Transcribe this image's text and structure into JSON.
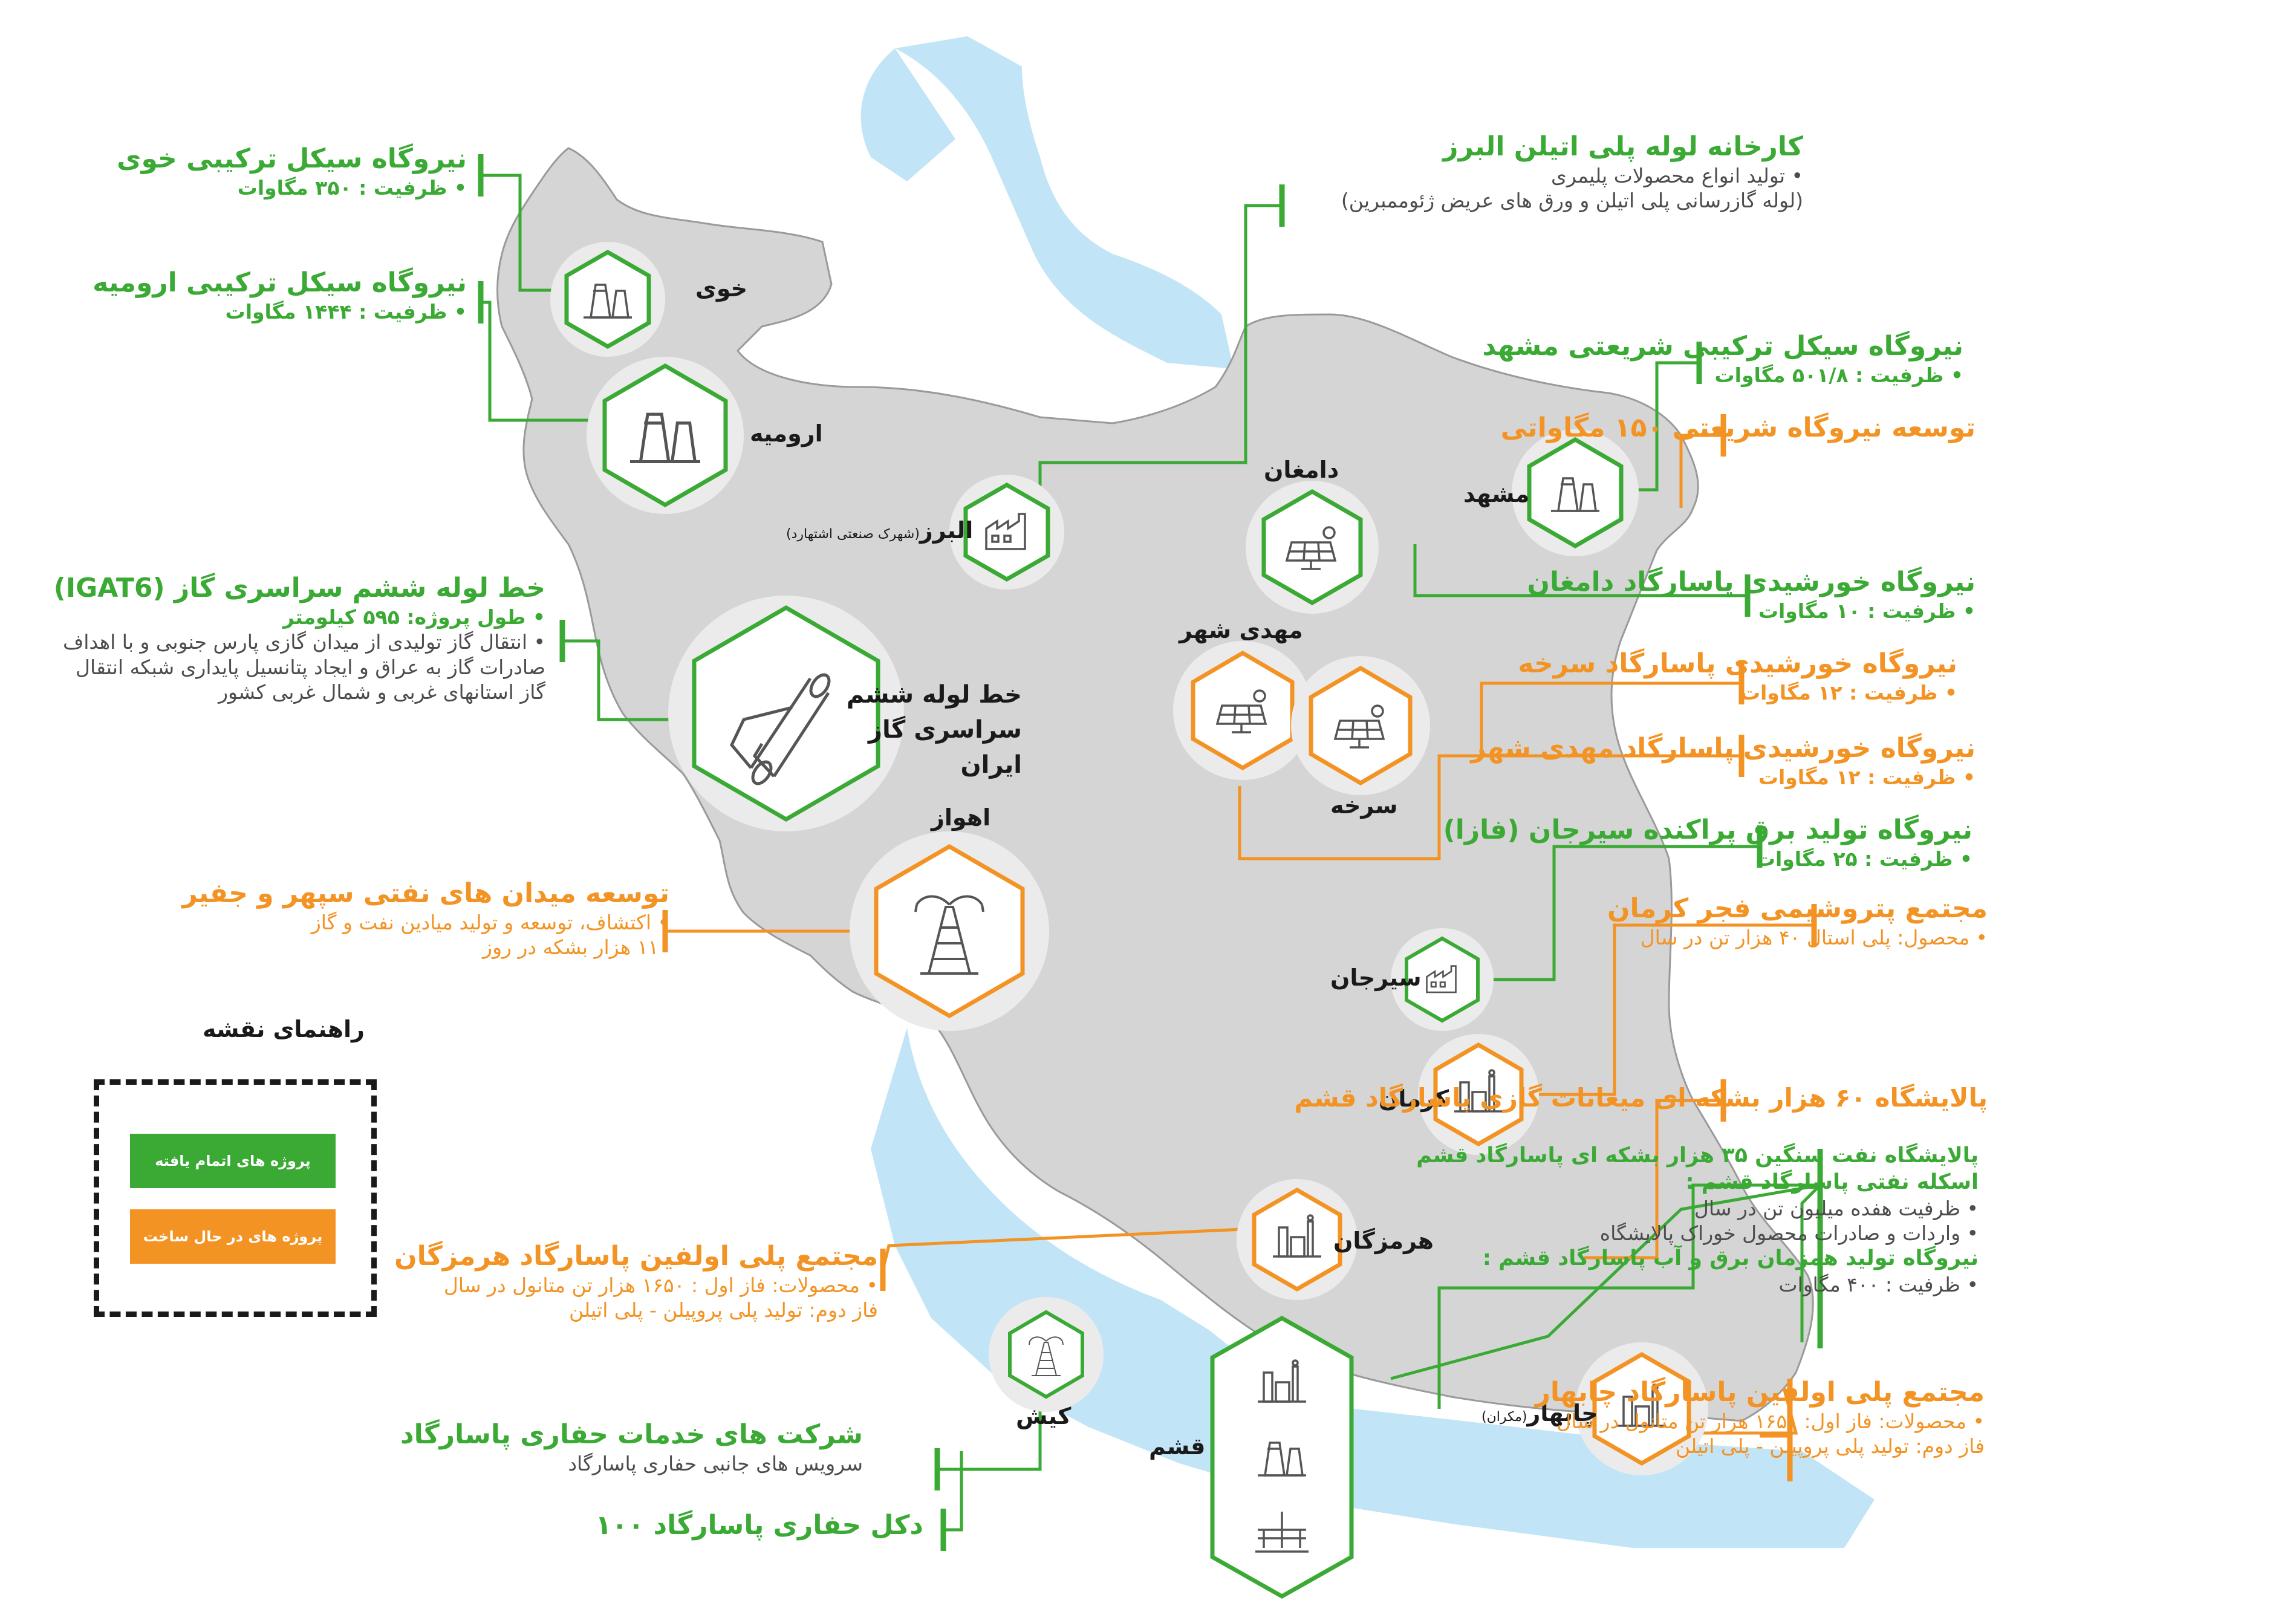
{
  "colors": {
    "completed": "#3aaa35",
    "in_progress": "#f39324",
    "land": "#d5d5d5",
    "water": "#c2e4f7",
    "text": "#1a1a1a"
  },
  "legend": {
    "title": "راهنمای نقشه",
    "completed": "پروژه های اتمام یافته",
    "in_progress": "پروژه های در حال ساخت"
  },
  "cities": {
    "khoy": "خوی",
    "urmia": "ارومیه",
    "alborz": "البرز",
    "alborz_note": "(شهرک صنعتی اشتهارد)",
    "damghan": "دامغان",
    "mashhad": "مشهد",
    "mahdishahr": "مهدی شهر",
    "sorkheh": "سرخه",
    "igat": "خط لوله ششم سراسری گاز ایران",
    "ahvaz": "اهواز",
    "sirjan": "سیرجان",
    "kerman": "کرمان",
    "hormozgan": "هرمزگان",
    "kish": "کیش",
    "qeshm": "قشم",
    "chabahar": "چابهار",
    "chabahar_note": "(مکران)"
  },
  "projects": {
    "khoy": {
      "title": "نیروگاه سیکل ترکیبی خوی",
      "line1": "• ظرفیت : ۳۵۰ مگاوات"
    },
    "urmia": {
      "title": "نیروگاه سیکل ترکیبی ارومیه",
      "line1": "• ظرفیت : ۱۴۴۴ مگاوات"
    },
    "igat": {
      "title": "خط لوله ششم سراسری گاز (IGAT6)",
      "line1": "• طول پروژه: ۵۹۵ کیلومتر",
      "line2": "• انتقال گاز تولیدی از میدان گازی پارس جنوبی و با اهداف",
      "line3": "صادرات گاز به عراق و ایجاد پتانسیل پایداری شبکه انتقال",
      "line4": "گاز استانهای غربی و شمال غربی کشور"
    },
    "sepehr": {
      "title": "توسعه میدان های نفتی سپهر و جفیر",
      "line1": "• اکتشاف، توسعه و تولید میادین نفت و گاز",
      "line2": "۱۱۰ هزار بشکه در روز"
    },
    "alborz": {
      "title": "کارخانه لوله پلی اتیلن البرز",
      "line1": "• تولید انواع محصولات پلیمری",
      "line2": "(لوله گازرسانی پلی اتیلن و ورق های عریض ژئوممبرین)"
    },
    "mashhad": {
      "title": "نیروگاه سیکل ترکیبی شریعتی مشهد",
      "line1": "• ظرفیت : ۵۰۱/۸ مگاوات"
    },
    "mashhad_dev": {
      "title": "توسعه نیروگاه شریعتی ۱۵۰ مگاواتی"
    },
    "damghan": {
      "title": "نیروگاه خورشیدی پاسارگاد دامغان",
      "line1": "• ظرفیت : ۱۰ مگاوات"
    },
    "sorkheh": {
      "title": "نیروگاه خورشیدی پاسارگاد سرخه",
      "line1": "• ظرفیت : ۱۲ مگاوات"
    },
    "mahdishahr": {
      "title": "نیروگاه خورشیدی پاسارگاد مهدی شهر",
      "line1": "• ظرفیت : ۱۲ مگاوات"
    },
    "sirjan": {
      "title": "نیروگاه تولید برق پراکنده سیرجان (فازا)",
      "line1": "• ظرفیت : ۲۵ مگاوات"
    },
    "kerman": {
      "title": "مجتمع پتروشیمی فجر کرمان",
      "line1": "• محصول: پلی استال ۴۰ هزار تن در سال"
    },
    "qeshm_gas": {
      "title": "پالایشگاه ۶۰ هزار بشکه ای میعانات گازی پاسارگاد قشم"
    },
    "qeshm": {
      "title1": "پالایشگاه نفت سنگین ۳۵ هزار بشکه ای پاسارگاد قشم",
      "title2": "اسکله نفتی پاسارگاد قشم :",
      "line1": "• ظرفیت هفده میلیون تن در سال",
      "line2": "• واردات و صادرات محصول خوراک پالایشگاه",
      "title3": "نیروگاه تولید همزمان برق و آب پاسارگاد قشم :",
      "line3": "• ظرفیت : ۴۰۰ مگاوات"
    },
    "hormozgan": {
      "title": "مجتمع پلی اولفین پاسارگاد هرمزگان",
      "line1": "• محصولات: فاز اول : ۱۶۵۰ هزار تن متانول در سال",
      "line2": "فاز دوم: تولید پلی پروپیلن - پلی اتیلن"
    },
    "chabahar": {
      "title": "مجتمع پلی اولفین پاسارگاد چابهار",
      "line1": "• محصولات: فاز اول: ۱۶۵۰ هزار تن متانول در سال",
      "line2": "فاز دوم: تولید پلی پروپیلن - پلی اتیلن"
    },
    "drilling": {
      "title": "شرکت های خدمات حفاری پاسارگاد",
      "line1": "سرویس های جانبی حفاری پاسارگاد"
    },
    "rig": {
      "title": "دکل حفاری پاسارگاد ۱۰۰"
    }
  }
}
